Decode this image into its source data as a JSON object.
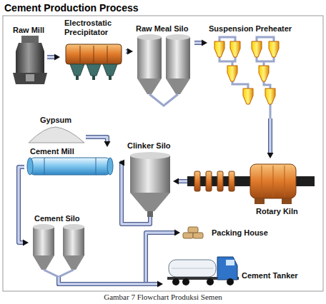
{
  "diagram": {
    "title": "Cement Production Process",
    "caption": "Gambar 7 Flowchart Produksi Semen",
    "nodes": [
      {
        "text": [
          "Raw Mill"
        ]
      },
      {
        "text": [
          "Electrostatic Precipitator"
        ]
      },
      {
        "text": [
          "Raw Meal Silo"
        ]
      },
      {
        "text": [
          "Suspension Preheater"
        ]
      },
      {
        "text": [
          "Gypsum"
        ]
      },
      {
        "text": [
          "Clinker Silo"
        ]
      },
      {
        "text": [
          "Rotary Kiln"
        ]
      },
      {
        "text": [
          "Cement Mill"
        ]
      },
      {
        "text": [
          "Cement Silo"
        ]
      },
      {
        "text": [
          "Packing House"
        ]
      },
      {
        "text": [
          "Cement Tanker"
        ]
      }
    ],
    "edges": [
      {
        "from": 0,
        "to": 1,
        "arrow": "to"
      },
      {
        "from": 1,
        "to": 2,
        "arrow": "to"
      },
      {
        "from": 2,
        "to": 3,
        "arrow": "to"
      },
      {
        "from": 3,
        "to": 6,
        "arrow": "to"
      },
      {
        "from": 6,
        "to": 5,
        "arrow": "to"
      },
      {
        "from": 5,
        "to": 7,
        "arrow": "to"
      },
      {
        "from": 4,
        "to": 7,
        "arrow": "to"
      },
      {
        "from": 7,
        "to": 8,
        "arrow": "to"
      },
      {
        "from": 8,
        "to": 9,
        "arrow": "to"
      },
      {
        "from": 8,
        "to": 10,
        "arrow": "to"
      }
    ]
  }
}
